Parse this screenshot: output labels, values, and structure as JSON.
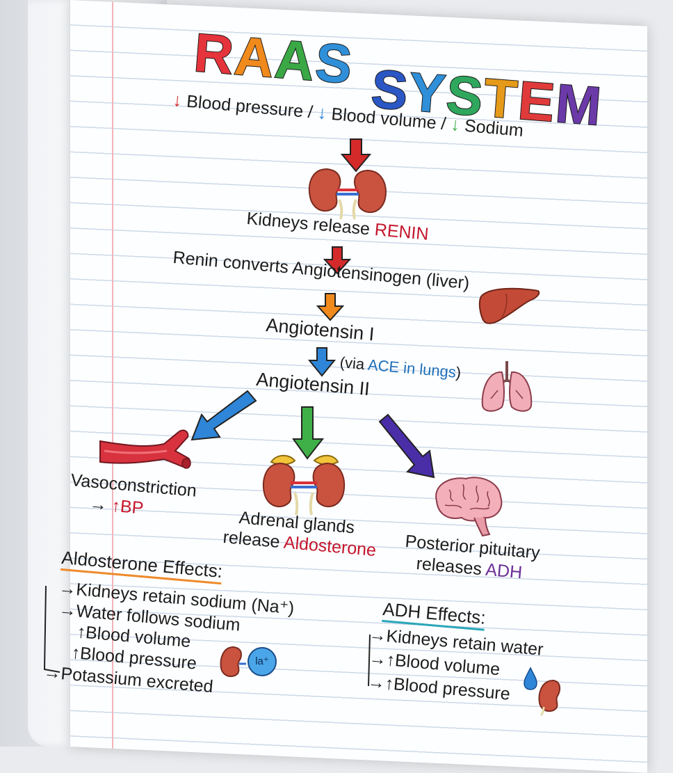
{
  "title": {
    "word1": "RAAS",
    "word2": "SYSTEM",
    "letters": [
      {
        "ch": "R",
        "color": "#e5343c"
      },
      {
        "ch": "A",
        "color": "#f08a1c"
      },
      {
        "ch": "A",
        "color": "#3aa845"
      },
      {
        "ch": "S",
        "color": "#2f8fd8"
      },
      {
        "ch": "S",
        "color": "#2b57c5"
      },
      {
        "ch": "Y",
        "color": "#2f8fd8"
      },
      {
        "ch": "S",
        "color": "#2fa75d"
      },
      {
        "ch": "T",
        "color": "#e59a1a"
      },
      {
        "ch": "E",
        "color": "#e03a3a"
      },
      {
        "ch": "M",
        "color": "#6b3aa8"
      }
    ]
  },
  "trigger": {
    "down_glyph": "↓",
    "part1": "Blood pressure",
    "sep": "/",
    "part2": "Blood volume",
    "part3": "Sodium"
  },
  "steps": {
    "kidneys_prefix": "Kidneys release",
    "kidneys_highlight": "RENIN",
    "renin_text": "Renin converts Angiotensinogen (liver)",
    "ang1": "Angiotensin I",
    "via_prefix": "(via",
    "via_highlight": "ACE in lungs",
    "via_suffix": ")",
    "ang2": "Angiotensin II"
  },
  "branches": {
    "vaso_label": "Vasoconstriction",
    "vaso_arrow": "→",
    "vaso_up": "↑",
    "vaso_bp": "BP",
    "adrenal_line1": "Adrenal glands",
    "adrenal_line2_prefix": "release",
    "adrenal_highlight": "Aldosterone",
    "pituitary_line1": "Posterior pituitary",
    "pituitary_line2_prefix": "releases",
    "pituitary_highlight": "ADH"
  },
  "aldosterone": {
    "heading": "Aldosterone Effects:",
    "items": [
      "→Kidneys retain sodium (Na⁺)",
      "→Water follows sodium",
      "↑Blood volume",
      "↑Blood pressure",
      "→Potassium excreted"
    ],
    "na_badge": "la⁺"
  },
  "adh": {
    "heading": "ADH Effects:",
    "items": [
      "→Kidneys retain water",
      "→↑Blood volume",
      "→↑Blood pressure"
    ]
  },
  "colors": {
    "red": "#c4172c",
    "blue": "#1d6fb8",
    "purple": "#6a2f95",
    "orange_underline": "#ee8a2a",
    "teal_underline": "#2aa6b8",
    "arrow_red": "#d42a2a",
    "arrow_orange": "#f08a1c",
    "arrow_blue": "#2f86d8",
    "arrow_green": "#3fb048",
    "arrow_purple": "#4a2ea8"
  },
  "icons": [
    "kidneys-icon",
    "liver-icon",
    "lungs-icon",
    "blood-vessel-icon",
    "adrenal-kidneys-icon",
    "brain-icon",
    "kidney-icon",
    "water-drop-icon"
  ]
}
